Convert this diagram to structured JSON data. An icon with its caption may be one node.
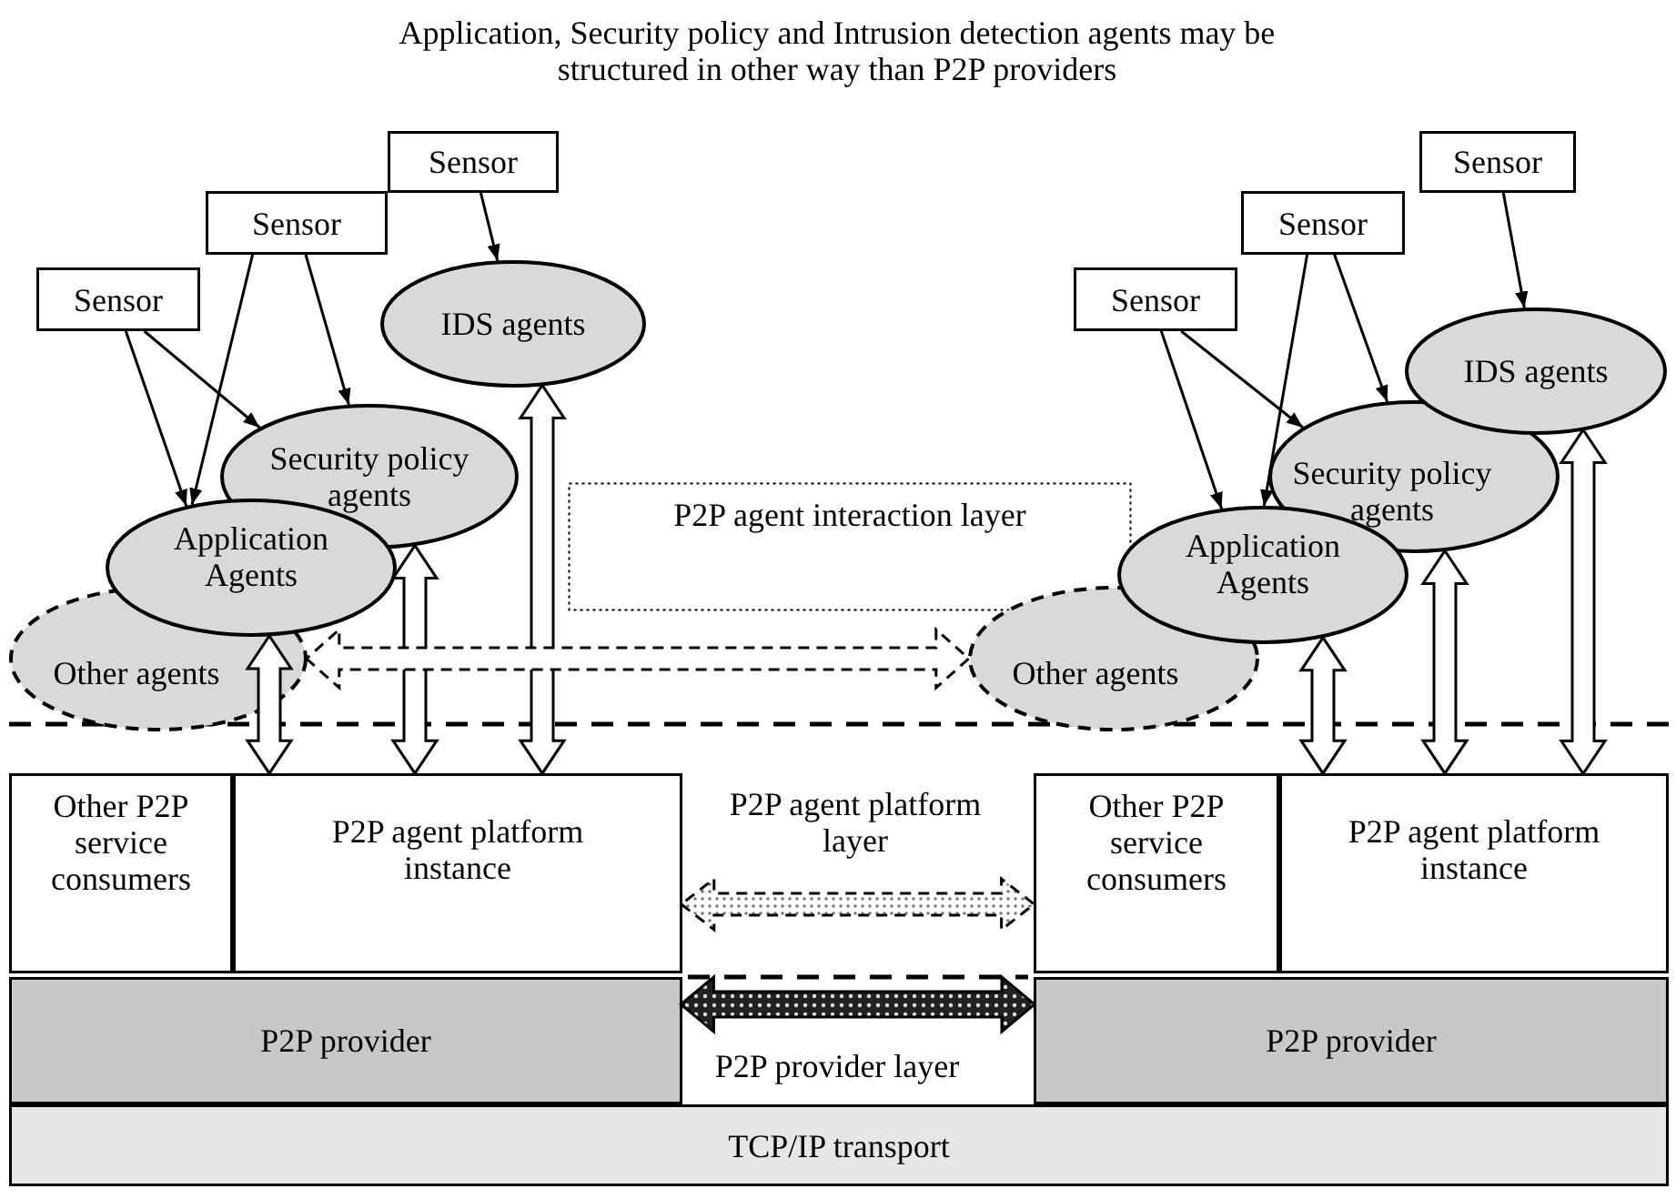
{
  "diagram": {
    "title": "Application, Security policy and Intrusion detection agents may be structured in other way than P2P providers",
    "nodes": [
      {
        "text": [
          "Sensor"
        ]
      },
      {
        "text": [
          "Sensor"
        ]
      },
      {
        "text": [
          "Sensor"
        ]
      },
      {
        "text": [
          "IDS agents"
        ]
      },
      {
        "text": [
          "Security policy agents"
        ]
      },
      {
        "text": [
          "Application Agents"
        ]
      },
      {
        "text": [
          "Other agents"
        ]
      },
      {
        "text": [
          "Sensor"
        ]
      },
      {
        "text": [
          "Sensor"
        ]
      },
      {
        "text": [
          "Sensor"
        ]
      },
      {
        "text": [
          "IDS agents"
        ]
      },
      {
        "text": [
          "Security policy agents"
        ]
      },
      {
        "text": [
          "Application Agents"
        ]
      },
      {
        "text": [
          "Other agents"
        ]
      },
      {
        "text": [
          "P2P agent interaction layer"
        ]
      },
      {
        "text": [
          "Other P2P service consumers"
        ]
      },
      {
        "text": [
          "P2P agent platform instance"
        ]
      },
      {
        "text": [
          "Other P2P service consumers"
        ]
      },
      {
        "text": [
          "P2P agent platform instance"
        ]
      },
      {
        "text": [
          "P2P provider"
        ]
      },
      {
        "text": [
          "P2P provider"
        ]
      },
      {
        "text": [
          "TCP/IP transport"
        ]
      }
    ],
    "edges": [
      {
        "from": 0,
        "to": 3,
        "arrow": "to"
      },
      {
        "from": 1,
        "to": 4,
        "arrow": "to"
      },
      {
        "from": 1,
        "to": 5,
        "arrow": "to"
      },
      {
        "from": 2,
        "to": 5,
        "arrow": "to"
      },
      {
        "from": 2,
        "to": 4,
        "arrow": "to"
      },
      {
        "from": 7,
        "to": 10,
        "arrow": "to"
      },
      {
        "from": 8,
        "to": 11,
        "arrow": "to"
      },
      {
        "from": 8,
        "to": 12,
        "arrow": "to"
      },
      {
        "from": 9,
        "to": 12,
        "arrow": "to"
      },
      {
        "from": 9,
        "to": 11,
        "arrow": "to"
      },
      {
        "from": 5,
        "to": 16,
        "arrow": "both"
      },
      {
        "from": 4,
        "to": 16,
        "arrow": "both"
      },
      {
        "from": 3,
        "to": 16,
        "arrow": "both"
      },
      {
        "from": 12,
        "to": 18,
        "arrow": "both"
      },
      {
        "from": 11,
        "to": 18,
        "arrow": "both"
      },
      {
        "from": 10,
        "to": 18,
        "arrow": "both"
      },
      {
        "from": 6,
        "to": 13,
        "arrow": "both",
        "style": "dashed"
      },
      {
        "from": 16,
        "to": 17,
        "arrow": "both",
        "style": "dashed"
      },
      {
        "from": 19,
        "to": 20,
        "arrow": "both"
      }
    ],
    "labels": [
      "P2P agent platform layer",
      "P2P provider layer"
    ]
  }
}
